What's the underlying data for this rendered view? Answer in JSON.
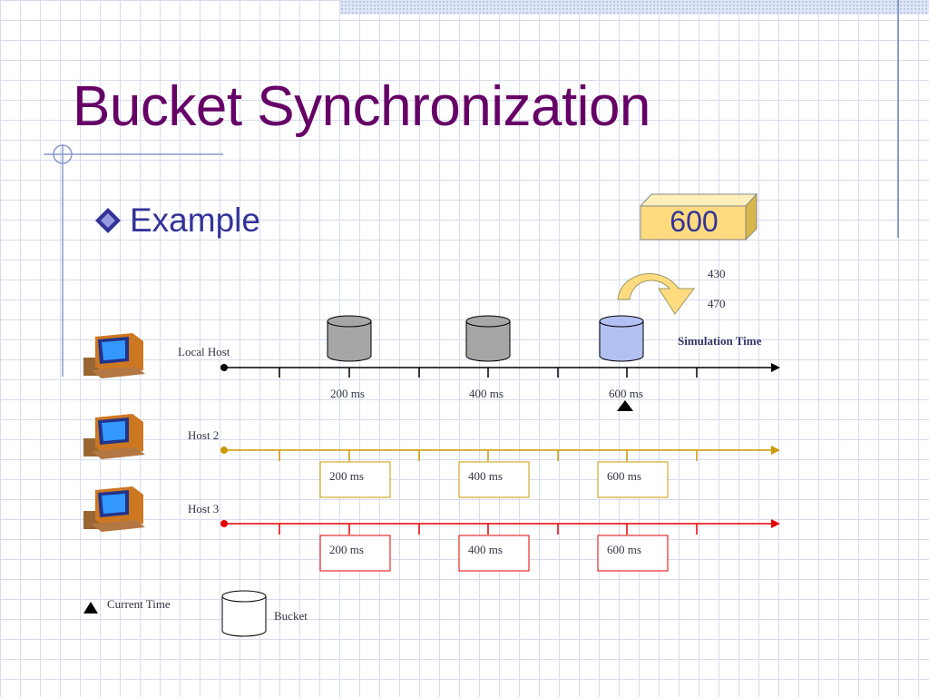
{
  "slide": {
    "title": "Bucket Synchronization",
    "bullet": "Example"
  },
  "counter": {
    "value": "600"
  },
  "arrow_labels": {
    "top": "430",
    "bottom": "470"
  },
  "simulation_time_label": "Simulation Time",
  "hosts": [
    {
      "name": "Local Host",
      "ticks": [
        "200 ms",
        "400 ms",
        "600 ms"
      ],
      "line_color": "#000000"
    },
    {
      "name": "Host 2",
      "ticks": [
        "200 ms",
        "400 ms",
        "600 ms"
      ],
      "line_color": "#cc9900"
    },
    {
      "name": "Host 3",
      "ticks": [
        "200 ms",
        "400 ms",
        "600 ms"
      ],
      "line_color": "#e60000"
    }
  ],
  "legend": {
    "current_time": "Current Time",
    "bucket": "Bucket"
  },
  "colors": {
    "title": "#660066",
    "bullet": "#333399",
    "bucket_filled": "#a6a6a6",
    "bucket_current": "#b3c0f2",
    "counter_box": "#ffdb80"
  },
  "icons": [
    "diamond-bullet-icon",
    "computer-icon",
    "curved-arrow-icon",
    "bucket-icon",
    "current-time-triangle-icon"
  ]
}
